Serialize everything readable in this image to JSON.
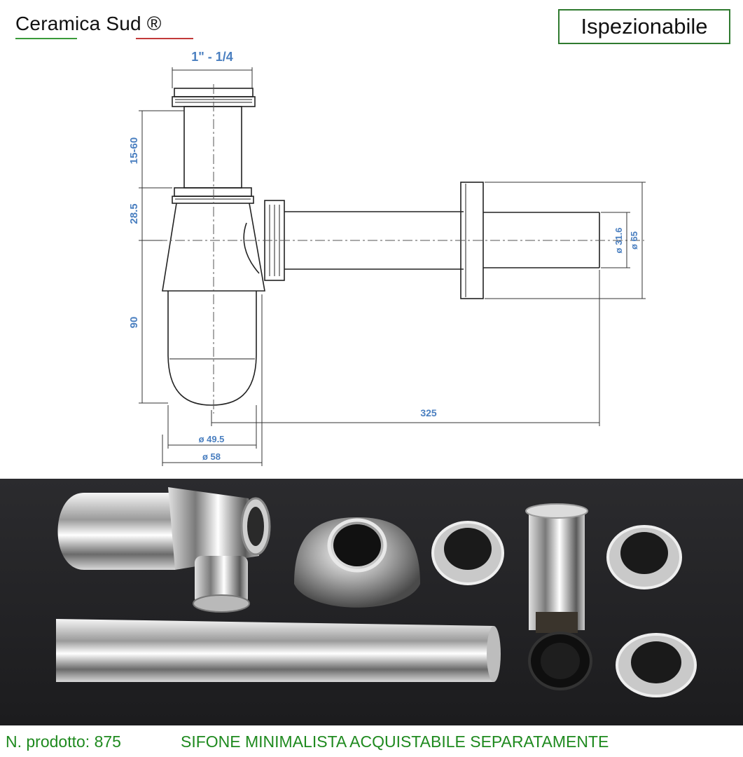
{
  "header": {
    "brand": "Ceramica Sud ®",
    "badge": "Ispezionabile"
  },
  "dimensions": {
    "thread": "1\" - 1/4",
    "inlet_height": "15-60",
    "offset": "28.5",
    "bottle_height": "90",
    "length": "325",
    "inner_diameter": "ø 49.5",
    "outer_diameter": "ø 58",
    "pipe_diameter": "ø 31.6",
    "flange_diameter": "ø 65"
  },
  "photo": {
    "icons": [
      "bottle-body-icon",
      "escutcheon-icon",
      "ring-nut-icon",
      "tailpiece-icon",
      "gasket-icon",
      "wall-pipe-icon"
    ]
  },
  "footer": {
    "product_code": "N. prodotto: 875",
    "description": "SIFONE MINIMALISTA ACQUISTABILE SEPARATAMENTE"
  },
  "colors": {
    "dimension": "#4a7fc0",
    "footer_text": "#1f8a1f",
    "badge_border": "#2f7a2f",
    "photo_background": "#2a2a2c"
  }
}
